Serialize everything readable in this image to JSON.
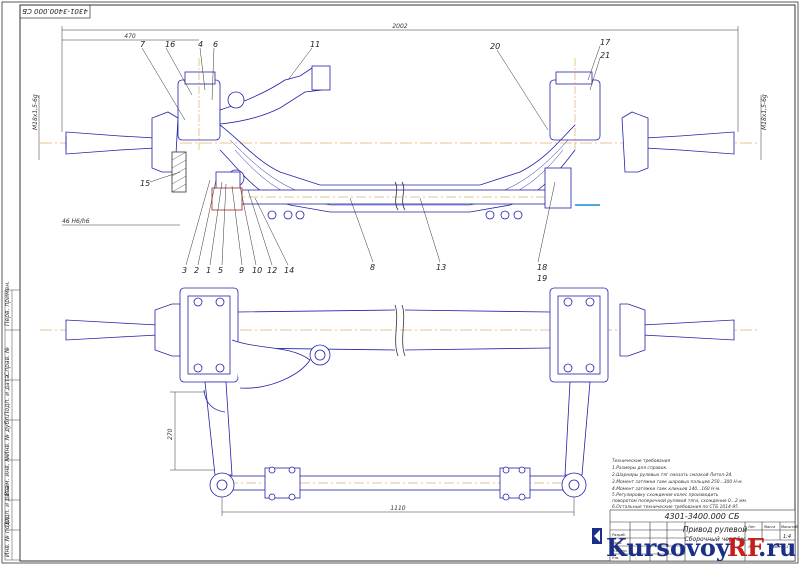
{
  "drawing": {
    "code_top": "4301-3400.000 СБ",
    "code_main": "4301-3400.000 СБ",
    "title_line1": "Привод рулевой",
    "title_line2": "Сборочный чертёж",
    "scale": "1:4",
    "sheet": "Лист 1",
    "sheets": "Листов 1"
  },
  "dimensions": {
    "d2002": "2002",
    "d470": "470",
    "thread_left": "M18x1,5-6g",
    "thread_right": "M18x1,5-6g",
    "d46": "46 Н6/h6",
    "d270": "270",
    "d1110": "1110"
  },
  "callouts_top": [
    "7",
    "16",
    "4",
    "6",
    "11",
    "20",
    "17",
    "21",
    "15"
  ],
  "callouts_bottom": [
    "3",
    "2",
    "1",
    "5",
    "9",
    "10",
    "12",
    "14",
    "8",
    "13",
    "18",
    "19"
  ],
  "notes": [
    "Технические требования",
    "1.Размеры для справок.",
    "2.Шарниры рулевых тяг смазать смазкой Литол-24.",
    "3.Момент затяжки гаек шаровых пальцев 250...300 Н·м.",
    "4.Момент затяжки гаек клиньев 140...160 Н·м.",
    "5.Регулировку схождения колес производить",
    "поворотом поперечной рулевой тяги, схождение 0...2 мм.",
    "6.Остальные технические требования по СТБ 1014-95"
  ],
  "stamp": {
    "developed": "Разраб.",
    "checked": "Пров.",
    "n_control": "Н.контр.",
    "approved": "Утв.",
    "lit": "Лит.",
    "mass": "Масса",
    "scale_head": "Масштаб"
  },
  "side_stamp": [
    "Перв. примен.",
    "Справ. №",
    "Подп. и дата",
    "Инв. № дубл.",
    "Взам. инв. №",
    "Подп. и дата",
    "Инв. № подл."
  ],
  "watermark": {
    "part1": "Kursovoy",
    "part2": "RF",
    "part3": ".ru"
  },
  "colors": {
    "line": "#2222aa",
    "axis": "#d08a20",
    "accent": "#1c2f86",
    "brand_red": "#c61d1d"
  }
}
